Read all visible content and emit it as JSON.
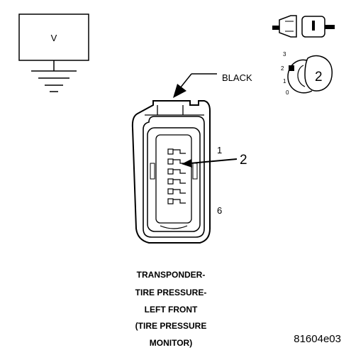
{
  "voltmeter": {
    "symbol": "V"
  },
  "connector": {
    "color_label": "BLACK",
    "pin_first": "1",
    "pin_last": "6",
    "callout": "2"
  },
  "probe_icon": {
    "scale_3": "3",
    "scale_2": "2",
    "scale_1": "1",
    "scale_0": "0",
    "callout": "2"
  },
  "caption": [
    "TRANSPONDER-",
    "TIRE PRESSURE-",
    "LEFT FRONT",
    "(TIRE PRESSURE",
    "MONITOR)"
  ],
  "figure_id": "81604e03"
}
